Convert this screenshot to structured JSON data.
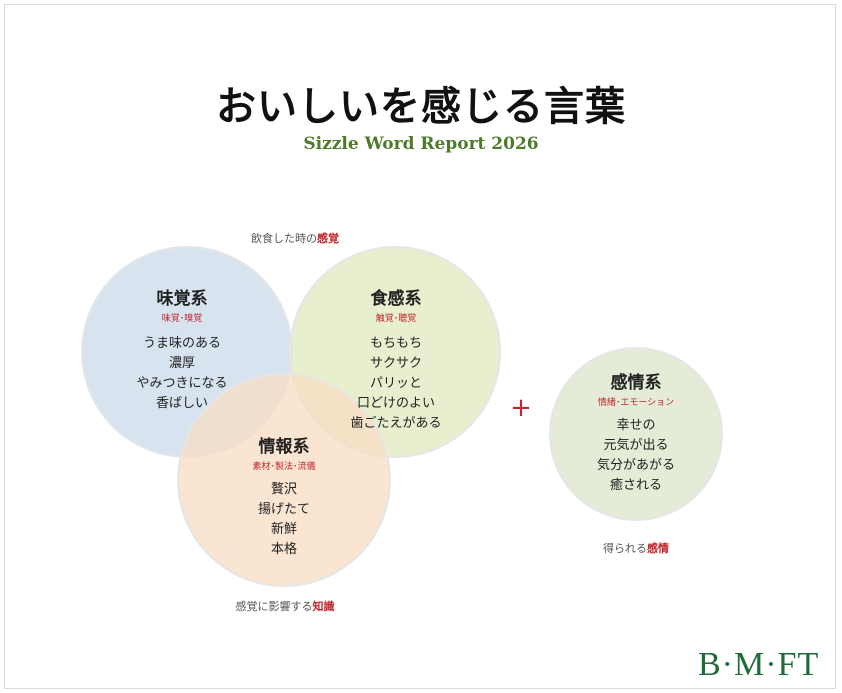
{
  "title": "おいしいを感じる言葉",
  "subtitle": "Sizzle Word Report 2026",
  "captions": {
    "top": {
      "prefix": "飲食した時の",
      "emphasis": "感覚"
    },
    "bottom": {
      "prefix": "感覚に影響する",
      "emphasis": "知識"
    },
    "right": {
      "prefix": "得られる",
      "emphasis": "感情"
    }
  },
  "categories": {
    "taste": {
      "title": "味覚系",
      "subtitle": "味覚･嗅覚",
      "words": [
        "うま味のある",
        "濃厚",
        "やみつきになる",
        "香ばしい"
      ]
    },
    "texture": {
      "title": "食感系",
      "subtitle": "触覚･聴覚",
      "words": [
        "もちもち",
        "サクサク",
        "パリッと",
        "口どけのよい",
        "歯ごたえがある"
      ]
    },
    "info": {
      "title": "情報系",
      "subtitle": "素材･製法･流儀",
      "words": [
        "贅沢",
        "揚げたて",
        "新鮮",
        "本格"
      ]
    },
    "emotion": {
      "title": "感情系",
      "subtitle": "情緒･エモーション",
      "words": [
        "幸せの",
        "元気が出る",
        "気分があがる",
        "癒される"
      ]
    }
  },
  "plus_symbol": "+",
  "logo": "B·M·FT",
  "colors": {
    "taste": "#c9d9ea",
    "texture": "#dfe9bf",
    "info": "#f8dcc3",
    "emotion": "#e4ebd7",
    "accent": "#c0262b",
    "subtitle": "#4e7a2a",
    "logo": "#1f6b3a"
  }
}
